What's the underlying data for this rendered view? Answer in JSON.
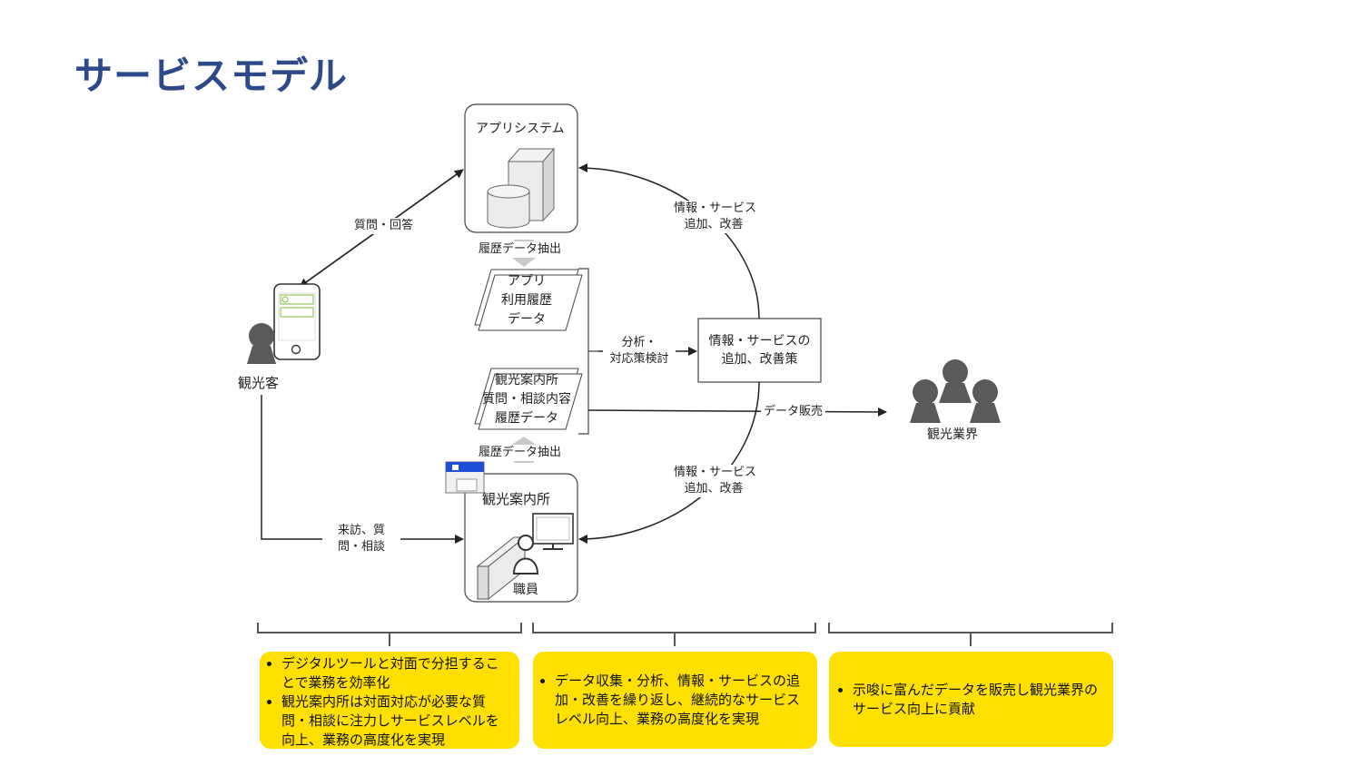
{
  "page": {
    "title": "サービスモデル"
  },
  "nodes": {
    "app_system": "アプリシステム",
    "app_data": [
      "アプリ",
      "利用履歴",
      "データ"
    ],
    "tic_data": [
      "観光案内所",
      "質問・相談内容",
      "履歴データ"
    ],
    "tourist": "観光客",
    "tic": "観光案内所",
    "staff": "職員",
    "analysis_box": [
      "情報・サービスの",
      "追加、改善策"
    ],
    "industry": "観光業界"
  },
  "edges": {
    "qa": "質問・回答",
    "extract_top": "履歴データ抽出",
    "extract_bottom": "履歴データ抽出",
    "improve_top": [
      "情報・サービス",
      "追加、改善"
    ],
    "improve_bottom": [
      "情報・サービス",
      "追加、改善"
    ],
    "analysis": [
      "分析・",
      "対応策検討"
    ],
    "sell": "データ販売",
    "visit": [
      "来訪、質",
      "問・相談"
    ]
  },
  "summaries": [
    {
      "items": [
        "デジタルツールと対面で分担することで業務を効率化",
        "観光案内所は対面対応が必要な質問・相談に注力しサービスレベルを向上、業務の高度化を実現"
      ]
    },
    {
      "items": [
        "データ収集・分析、情報・サービスの追加・改善を繰り返し、継続的なサービスレベル向上、業務の高度化を実現"
      ]
    },
    {
      "items": [
        "示唆に富んだデータを販売し観光業界のサービス向上に貢献"
      ]
    }
  ],
  "colors": {
    "title": "#2c4a8a",
    "summary_bg": "#ffe000",
    "person": "#5a5a5a",
    "phone_green": "#7fbf3f",
    "window_blue": "#1f4fd6"
  }
}
